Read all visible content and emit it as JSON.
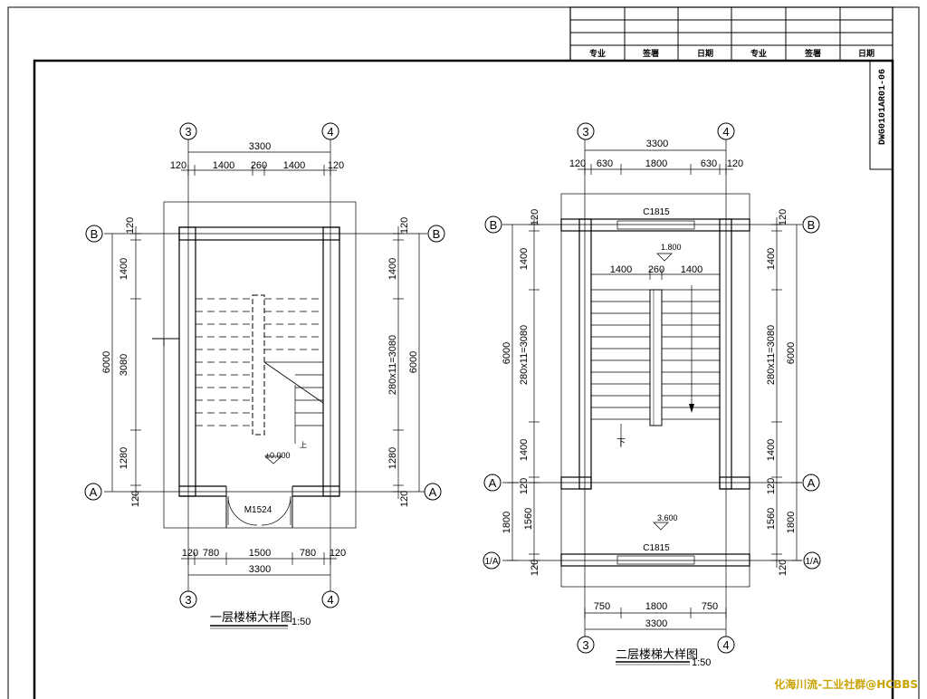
{
  "title_block": {
    "headers": [
      "专业",
      "签署",
      "日期",
      "专业",
      "签署",
      "日期"
    ],
    "drawing_number": "DWG0101AR01-06"
  },
  "plan1": {
    "title": "一层楼梯大样图",
    "scale": "1:50",
    "axes": {
      "left": "3",
      "right": "4",
      "top": "B",
      "bottom": "A"
    },
    "top_total": "3300",
    "top_parts": [
      "120",
      "1400",
      "260",
      "1400",
      "120"
    ],
    "bottom_parts": [
      "120",
      "780",
      "1500",
      "780",
      "120"
    ],
    "bottom_total": "3300",
    "left_total": "6000",
    "left_parts": [
      "120",
      "1400",
      "3080",
      "1280",
      "120"
    ],
    "right_total": "6000",
    "right_parts": [
      "120",
      "1400",
      "280x11=3080",
      "1280",
      "120"
    ],
    "level": "±0.000",
    "door": "M1524",
    "up_label": "上"
  },
  "plan2": {
    "title": "二层楼梯大样图",
    "scale": "1:50",
    "axes": {
      "left": "3",
      "right": "4",
      "top": "B",
      "mid": "A",
      "bottom": "1/A"
    },
    "top_total": "3300",
    "top_parts": [
      "120",
      "630",
      "1800",
      "630",
      "120"
    ],
    "inner_parts": [
      "1400",
      "260",
      "1400"
    ],
    "bottom_parts": [
      "750",
      "1800",
      "750"
    ],
    "bottom_total": "3300",
    "left_total": "6000",
    "left_parts": [
      "120",
      "1400",
      "280x11=3080",
      "1400",
      "120"
    ],
    "left_sub_total": "1800",
    "left_sub_parts": [
      "1560",
      "120"
    ],
    "right_total": "6000",
    "right_parts": [
      "120",
      "1400",
      "280x11=3080",
      "1400",
      "120"
    ],
    "right_sub_total": "1800",
    "right_sub_parts": [
      "1560",
      "120"
    ],
    "window_top": "C1815",
    "window_bottom": "C1815",
    "level_upper": "1.800",
    "level_lower": "3.600",
    "down_label": "下"
  },
  "watermark": "化海川流-工业社群@HCBBS"
}
